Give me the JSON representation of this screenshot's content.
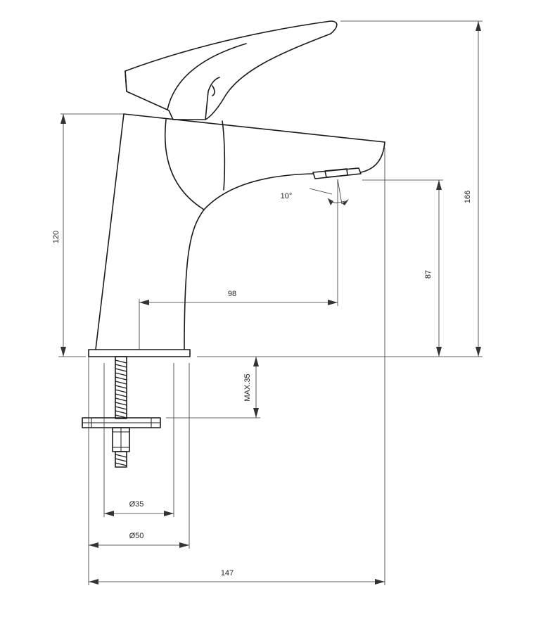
{
  "drawing": {
    "dimensions": {
      "total_height": "166",
      "body_height": "120",
      "spout_height": "87",
      "spout_reach": "98",
      "mount_thickness": "MAX.35",
      "hole_diameter": "Ø35",
      "base_diameter": "Ø50",
      "total_length": "147",
      "aerator_angle": "10°"
    },
    "colors": {
      "line": "#1a1a1a",
      "background": "#ffffff"
    }
  }
}
